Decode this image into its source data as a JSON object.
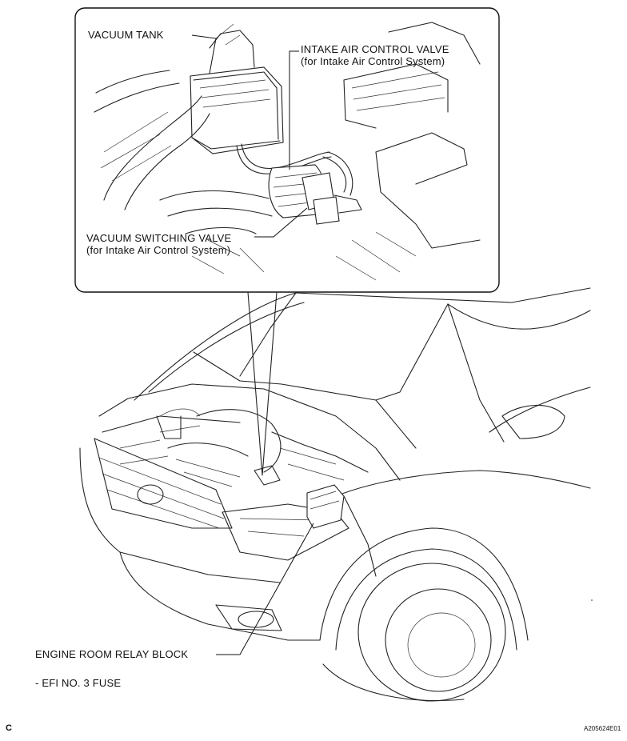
{
  "labels": {
    "vacuum_tank": "VACUUM TANK",
    "intake_valve_line1": "INTAKE AIR CONTROL VALVE",
    "intake_valve_line2": "(for Intake Air Control System)",
    "vsv_line1": "VACUUM SWITCHING VALVE",
    "vsv_line2": "(for Intake Air Control System)",
    "relay_block": "ENGINE ROOM RELAY BLOCK",
    "fuse": "- EFI NO. 3 FUSE"
  },
  "footer": {
    "corner_letter": "C",
    "figure_id": "A205624E01"
  }
}
